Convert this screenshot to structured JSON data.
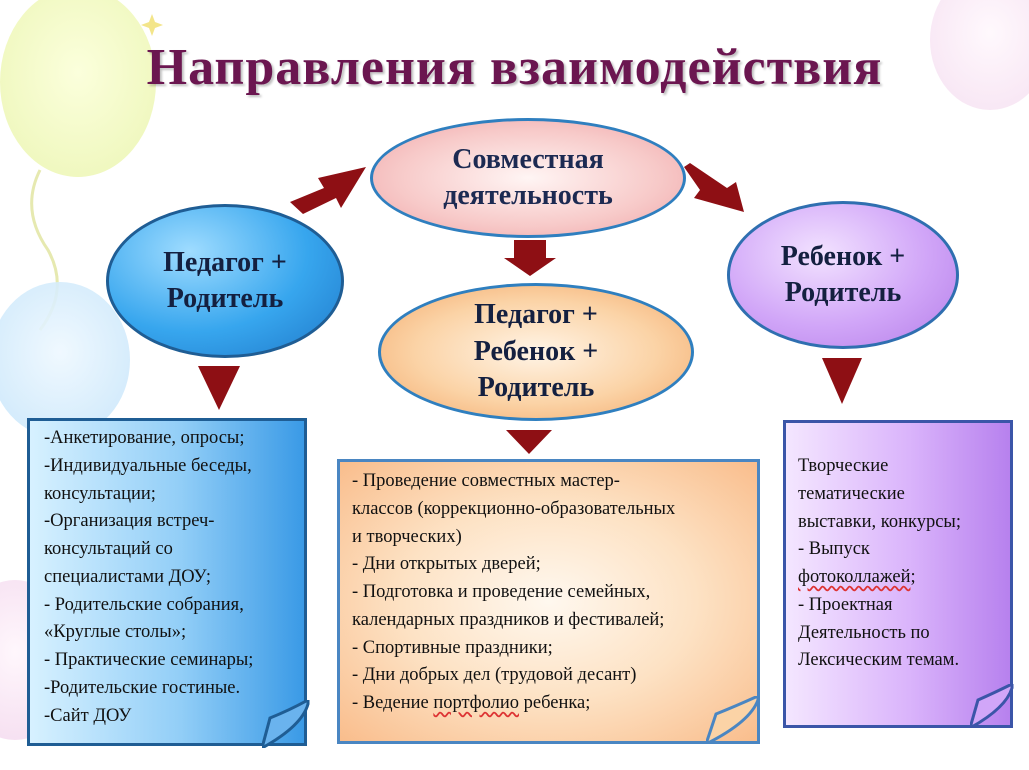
{
  "title": "Направления взаимодействия",
  "nodes": {
    "top": {
      "line1": "Совместная",
      "line2": "деятельность"
    },
    "left": {
      "line1": "Педагог +",
      "line2": "Родитель"
    },
    "middle": {
      "line1": "Педагог +",
      "line2": "Ребенок +",
      "line3": "Родитель"
    },
    "right": {
      "line1": "Ребенок +",
      "line2": "Родитель"
    }
  },
  "boxes": {
    "left": [
      "-Анкетирование, опросы;",
      "-Индивидуальные беседы,",
      "консультации;",
      "-Организация встреч-",
      "консультаций со",
      "специалистами ДОУ;",
      "- Родительские собрания,",
      "«Круглые столы»;",
      "- Практические семинары;",
      "-Родительские гостиные.",
      "-Сайт ДОУ"
    ],
    "middle": [
      "- Проведение совместных мастер-",
      "классов (коррекционно-образовательных",
      " и творческих)",
      "- Дни открытых дверей;",
      "- Подготовка и проведение семейных,",
      "календарных  праздников и фестивалей;",
      "- Спортивные праздники;",
      "- Дни добрых дел (трудовой десант)",
      "- Ведение ",
      "портфолио",
      " ребенка;"
    ],
    "right": [
      " Творческие",
      "тематические",
      "выставки, конкурсы;",
      "- Выпуск",
      "фотоколлажей",
      ";",
      "- Проектная",
      "Деятельность по",
      "Лексическим темам."
    ]
  },
  "colors": {
    "title": "#6b1650",
    "arrow": "#8e0f14",
    "node_left": "#37a6ee",
    "node_right": "#d1a6f8",
    "node_top": "#f7c9c8",
    "node_middle": "#fbd3a6"
  }
}
